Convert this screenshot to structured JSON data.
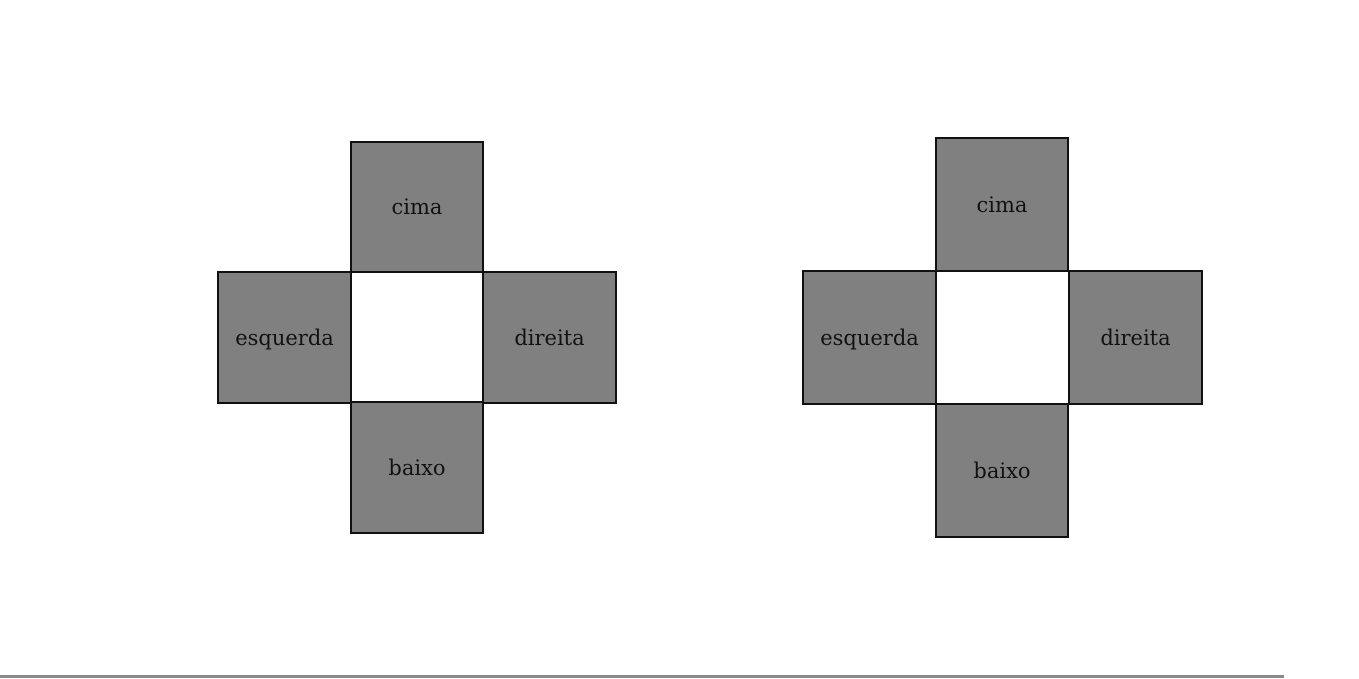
{
  "pads": [
    {
      "up_label": "cima",
      "left_label": "esquerda",
      "right_label": "direita",
      "down_label": "baixo"
    },
    {
      "up_label": "cima",
      "left_label": "esquerda",
      "right_label": "direita",
      "down_label": "baixo"
    }
  ],
  "colors": {
    "button_fill": "#808080",
    "button_border": "#111111",
    "background": "#ffffff",
    "bottom_bar": "#8a8a8a"
  }
}
